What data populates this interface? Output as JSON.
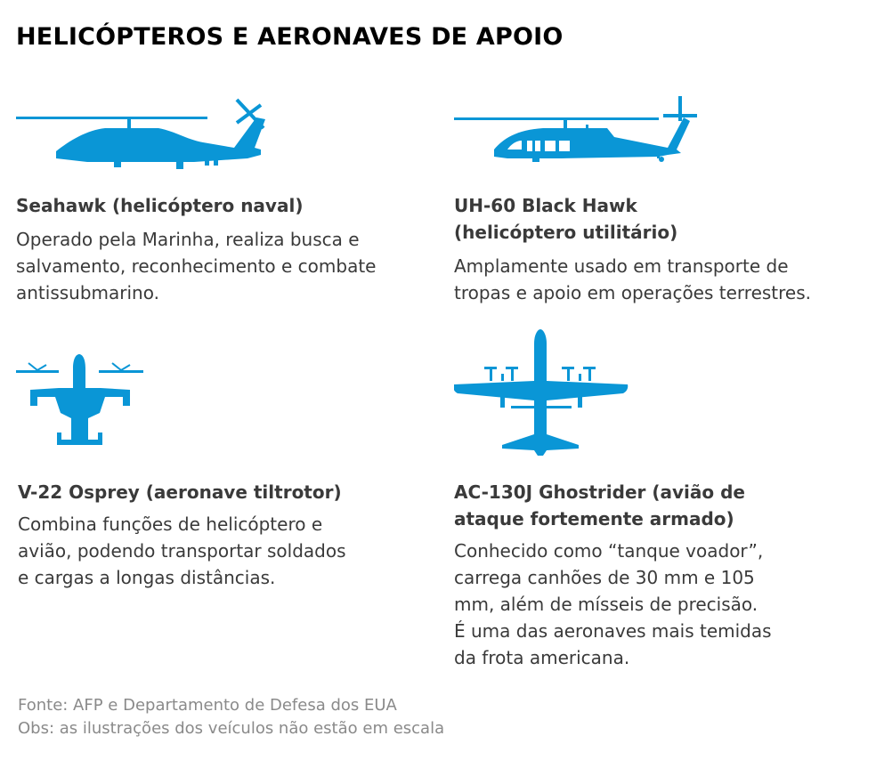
{
  "title": "HELICÓPTEROS E AERONAVES DE APOIO",
  "colors": {
    "icon": "#0a96d6",
    "title": "#000000",
    "text": "#3a3a3a",
    "footer": "#8a8a8a"
  },
  "cards": [
    {
      "icon": "seahawk-helicopter-icon",
      "title_lines": [
        "Seahawk (helicóptero naval)"
      ],
      "desc_lines": [
        "Operado pela Marinha, realiza busca e",
        "salvamento, reconhecimento e combate",
        "antissubmarino."
      ]
    },
    {
      "icon": "black-hawk-helicopter-icon",
      "title_lines": [
        "UH-60 Black Hawk",
        "(helicóptero utilitário)"
      ],
      "desc_lines": [
        "Amplamente usado em transporte de",
        "tropas e apoio em operações terrestres."
      ]
    },
    {
      "icon": "osprey-tiltrotor-icon",
      "title_lines": [
        "V-22 Osprey (aeronave tiltrotor)"
      ],
      "desc_lines": [
        "Combina funções de helicóptero e",
        "avião, podendo transportar soldados",
        "e cargas a longas distâncias."
      ]
    },
    {
      "icon": "ac130-plane-icon",
      "title_lines": [
        "AC-130J Ghostrider (avião de",
        "ataque fortemente armado)"
      ],
      "desc_lines": [
        "Conhecido como “tanque voador”,",
        "carrega canhões de 30 mm e 105",
        "mm, além de mísseis de precisão.",
        "É uma das aeronaves mais temidas",
        "da frota americana."
      ]
    }
  ],
  "footer": {
    "source": "Fonte: AFP e Departamento de Defesa dos EUA",
    "note": "Obs: as ilustrações dos veículos não estão em escala"
  }
}
